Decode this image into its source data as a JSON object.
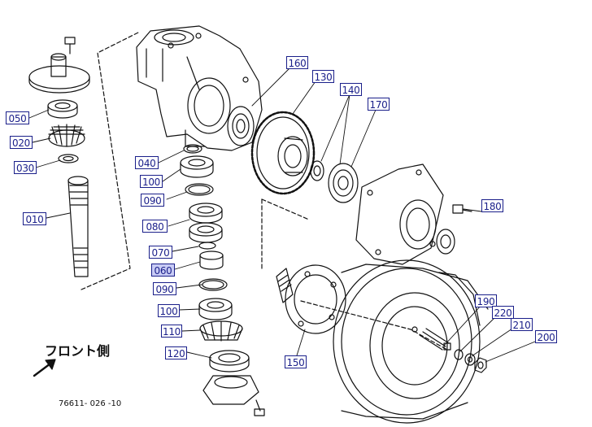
{
  "callouts": {
    "p160": "160",
    "p130": "130",
    "p140": "140",
    "p170": "170",
    "p050": "050",
    "p020": "020",
    "p030": "030",
    "p040": "040",
    "p100a": "100",
    "p090a": "090",
    "p080": "080",
    "p010": "010",
    "p070": "070",
    "p060": "060",
    "p090b": "090",
    "p100b": "100",
    "p110": "110",
    "p120": "120",
    "p150": "150",
    "p180": "180",
    "p190": "190",
    "p220": "220",
    "p210": "210",
    "p200": "200"
  },
  "front_label": "フロント側",
  "figure_id": "76611- 026 -10",
  "colors": {
    "line": "#111111",
    "callout": "#1a1f8a",
    "highlight": "#c9ccf5"
  }
}
